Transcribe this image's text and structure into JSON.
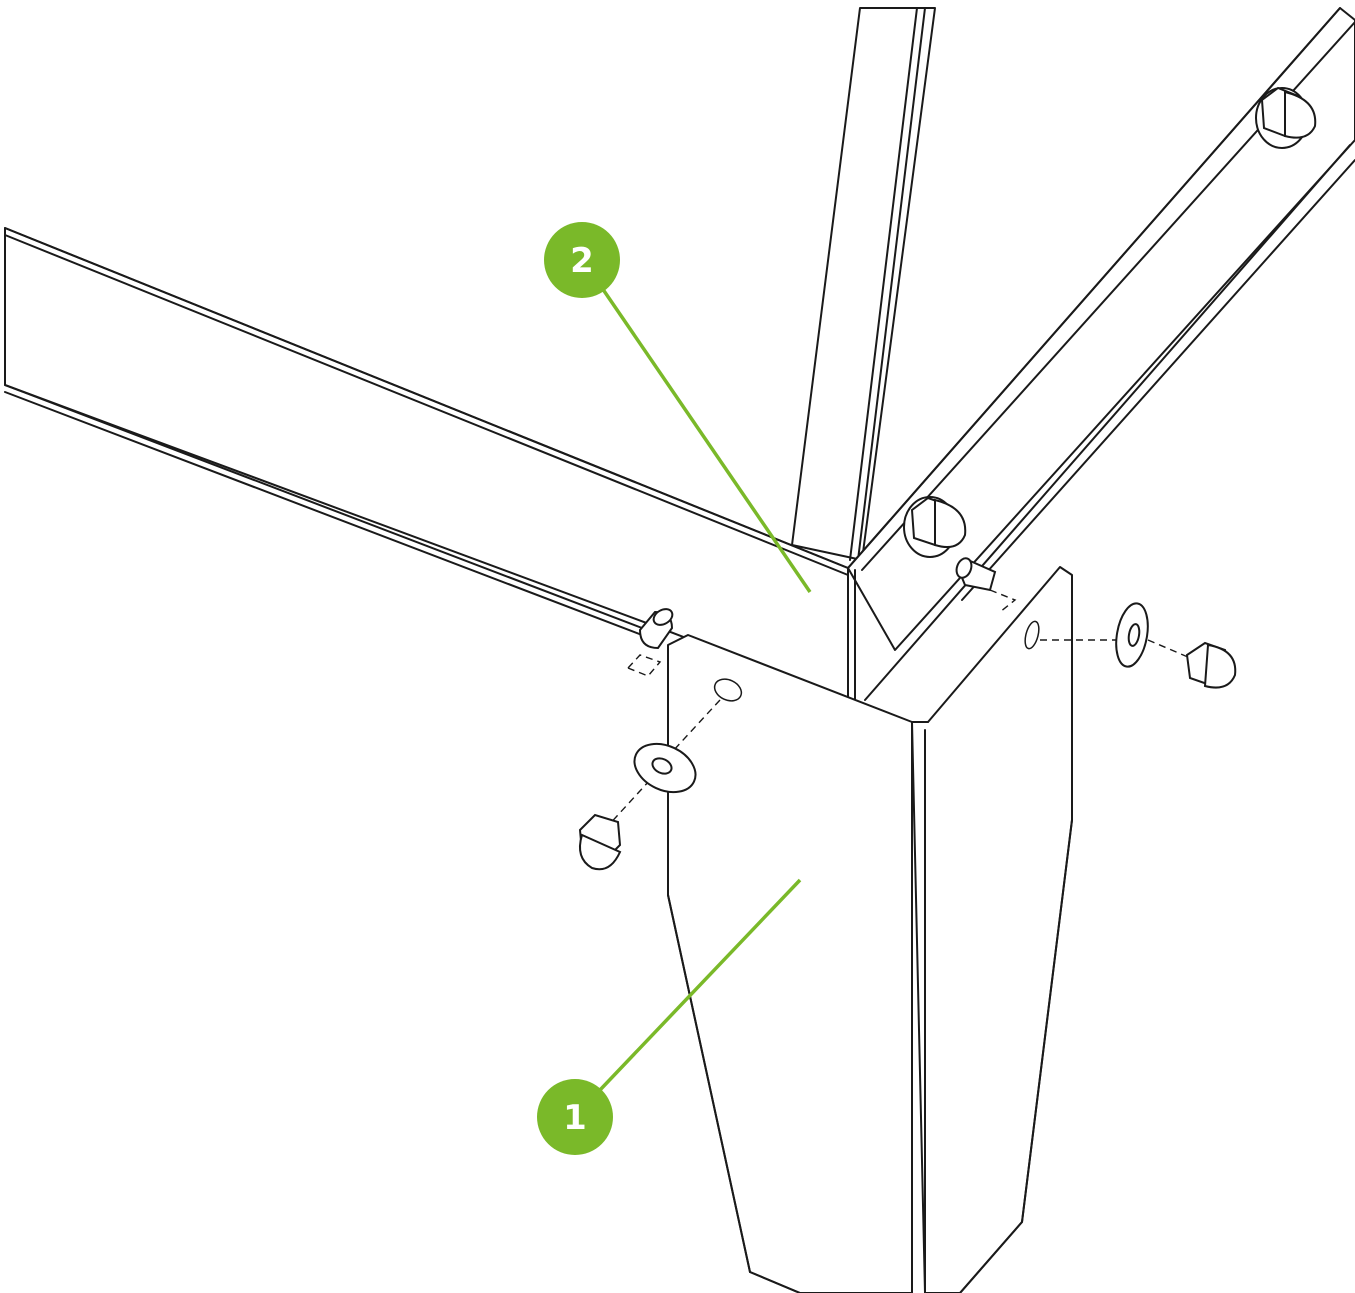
{
  "callouts": [
    {
      "id": "callout-1",
      "label": "1",
      "color": "#7ab929"
    },
    {
      "id": "callout-2",
      "label": "2",
      "color": "#7ab929"
    }
  ],
  "parts": {
    "1": "corner-leg-bracket",
    "2": "frame-rail-corner"
  },
  "hardware_icons": [
    "acorn-nut-icon",
    "flat-washer-icon",
    "pin-stud-icon"
  ],
  "line_color": "#1a1a1a",
  "background": "#ffffff"
}
